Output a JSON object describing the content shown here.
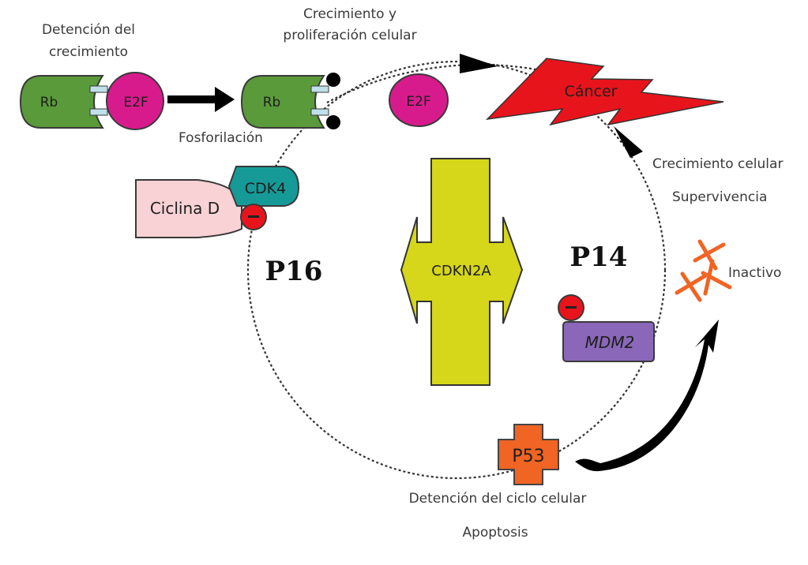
{
  "labels": {
    "growth_arrest_line1": "Detención del",
    "growth_arrest_line2": "crecimiento",
    "proliferation_line1": "Crecimiento y",
    "proliferation_line2": "proliferación celular",
    "phosphorylation": "Fosforilación",
    "cell_growth": "Crecimiento celular",
    "survival": "Supervivencia",
    "inactive": "Inactivo",
    "cell_cycle_arrest": "Detención del ciclo celular",
    "apoptosis": "Apoptosis",
    "p16": "P16",
    "p14": "P14"
  },
  "nodes": {
    "rb": "Rb",
    "e2f": "E2F",
    "cancer": "Cáncer",
    "cdk4": "CDK4",
    "cyclin_d": "Ciclina D",
    "cdkn2a": "CDKN2A",
    "mdm2": "MDM2",
    "p53": "P53",
    "inhibit_symbol": "−"
  },
  "colors": {
    "rb": "#5a9a3a",
    "e2f": "#d81b8c",
    "connector": "#bfe0ea",
    "cancer": "#e8141c",
    "cdk4": "#159a98",
    "cyclin_d": "#f8d2d4",
    "inhibitor": "#e8141c",
    "cdkn2a": "#d6d61a",
    "mdm2": "#8a67b8",
    "p53": "#f06424"
  }
}
